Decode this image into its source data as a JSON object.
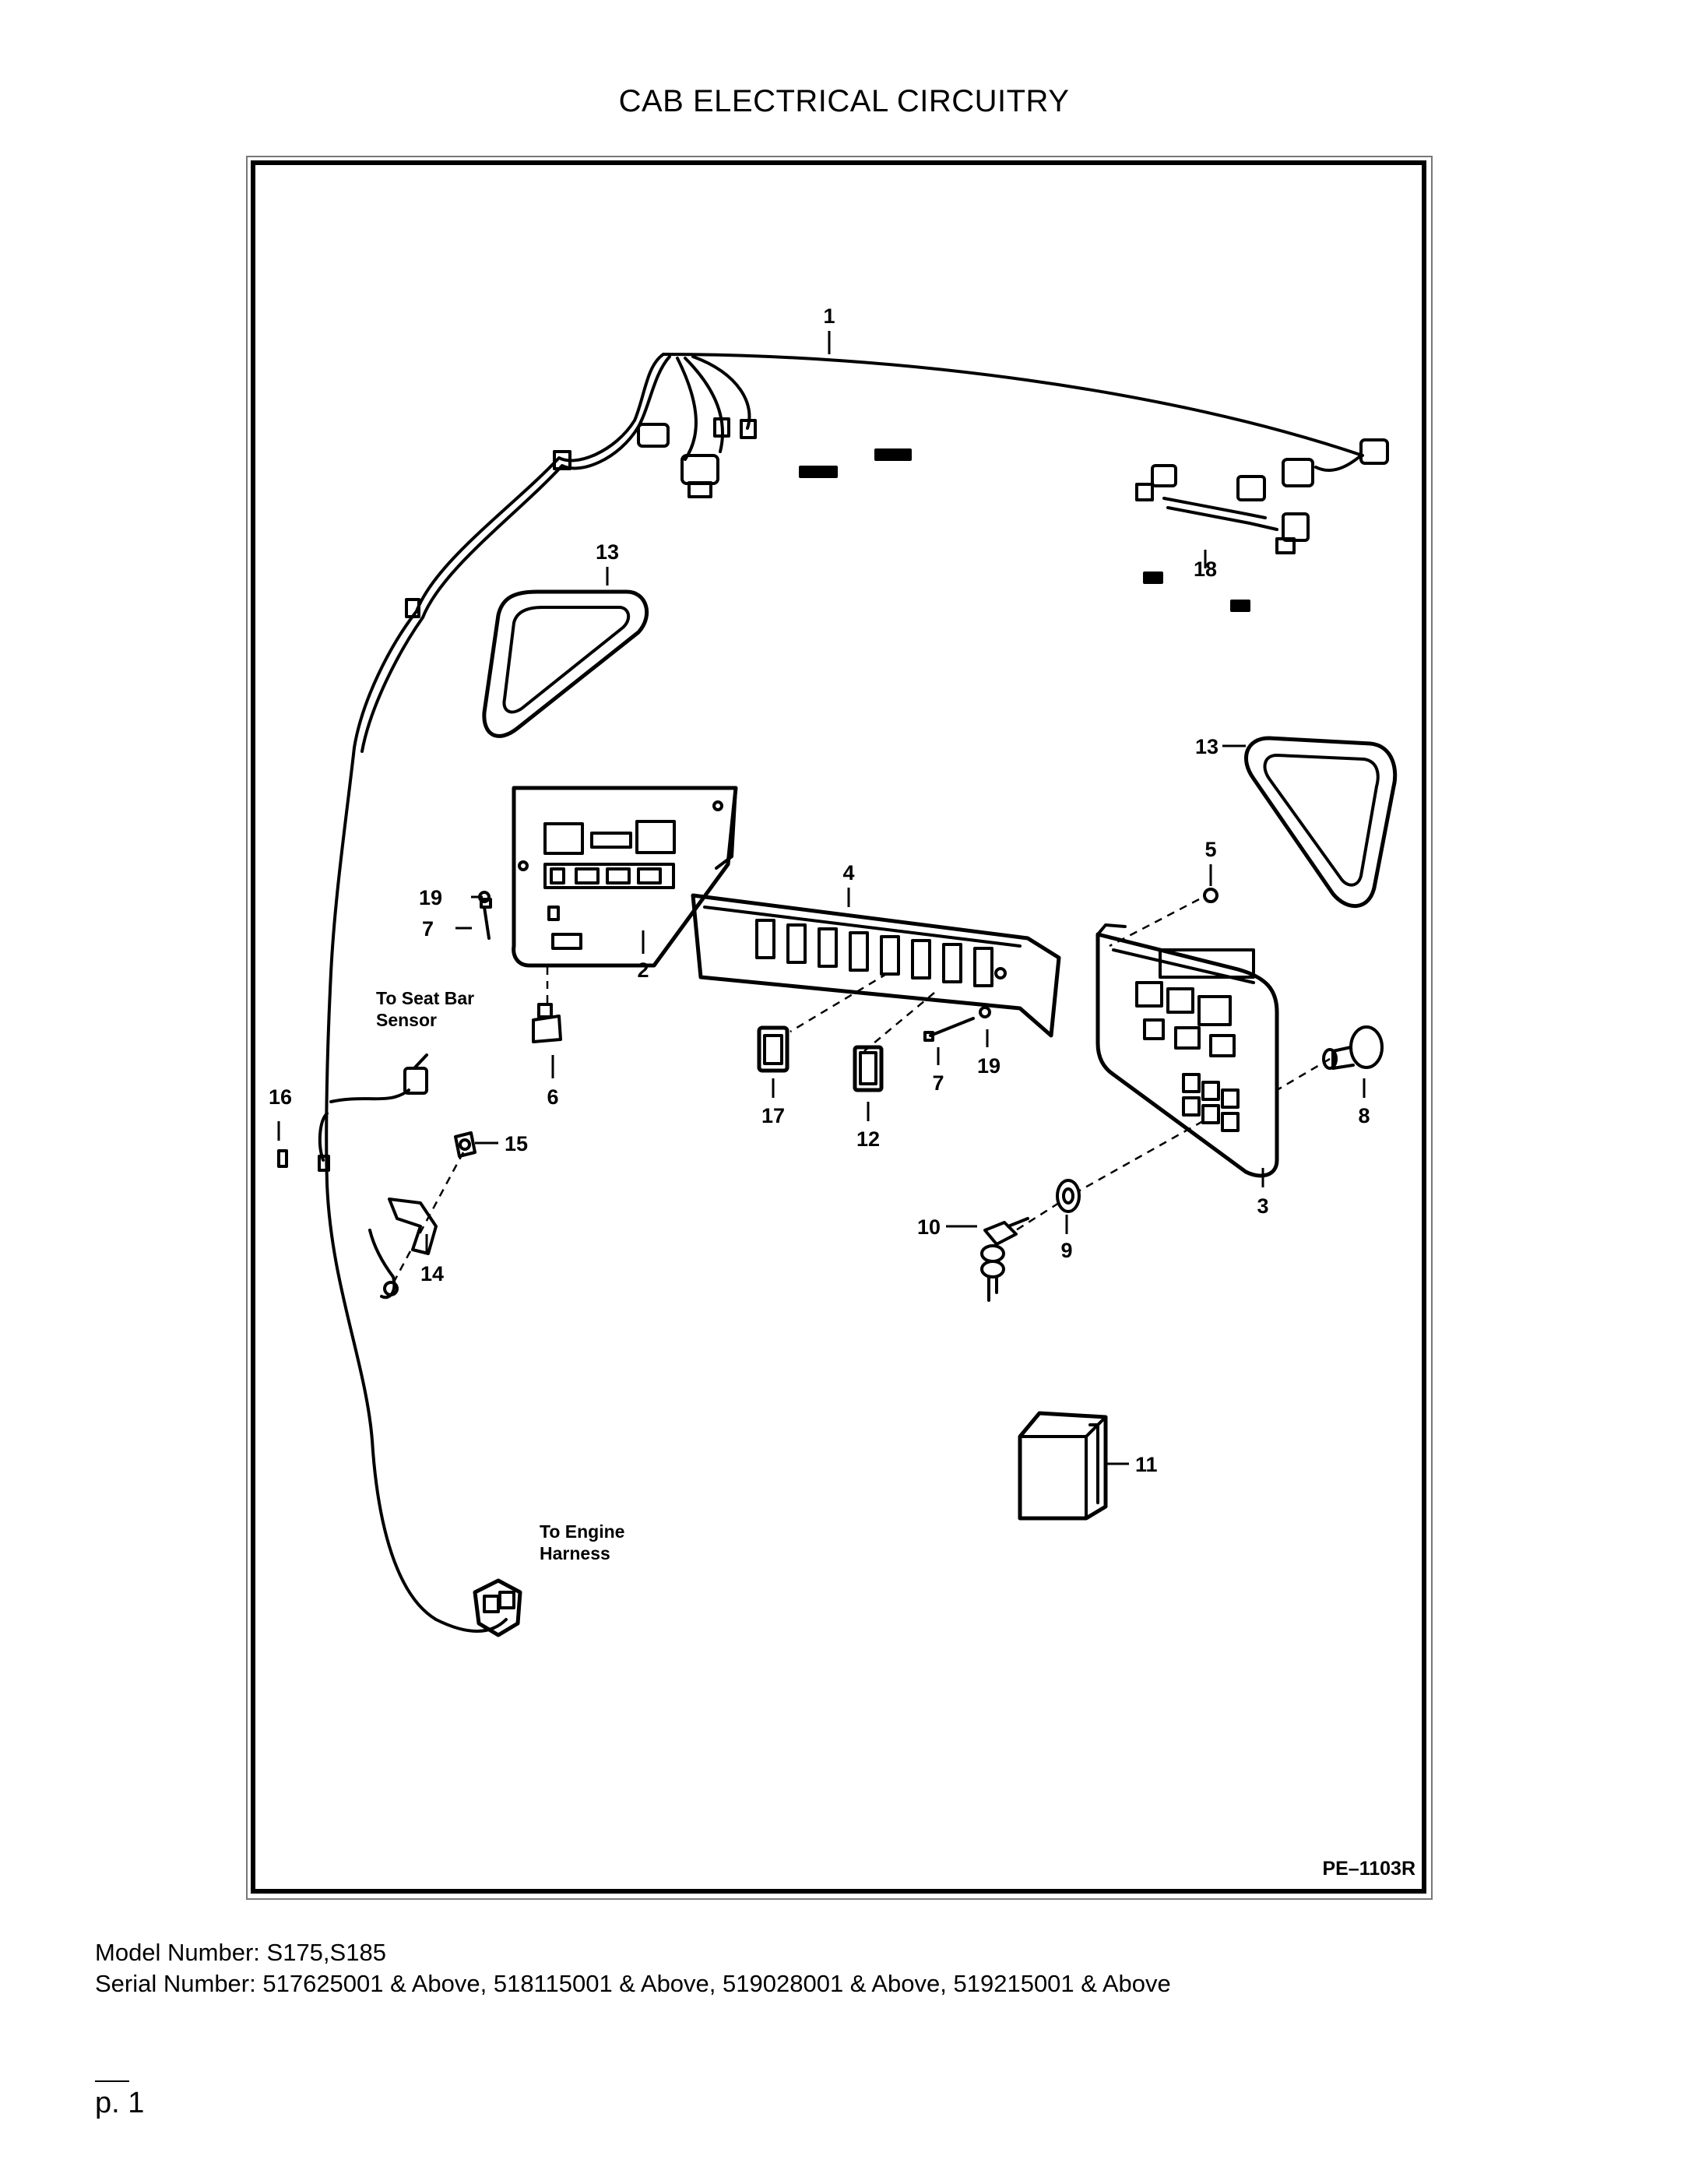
{
  "page": {
    "title": "CAB ELECTRICAL CIRCUITRY",
    "page_number": "p. 1"
  },
  "figure": {
    "reference": "PE–1103R",
    "callouts": {
      "c1": "1",
      "c2": "2",
      "c3": "3",
      "c4": "4",
      "c5": "5",
      "c6": "6",
      "c7a": "7",
      "c7b": "7",
      "c8": "8",
      "c9": "9",
      "c10": "10",
      "c11": "11",
      "c12": "12",
      "c13a": "13",
      "c13b": "13",
      "c14": "14",
      "c15": "15",
      "c16": "16",
      "c17": "17",
      "c18": "18",
      "c19a": "19",
      "c19b": "19"
    },
    "notes": {
      "seat_bar_line1": "To Seat Bar",
      "seat_bar_line2": "Sensor",
      "engine_line1": "To Engine",
      "engine_line2": "Harness"
    }
  },
  "footer": {
    "model": "Model Number: S175,S185",
    "serial": "Serial Number: 517625001 & Above, 518115001 & Above, 519028001 & Above, 519215001 & Above"
  }
}
